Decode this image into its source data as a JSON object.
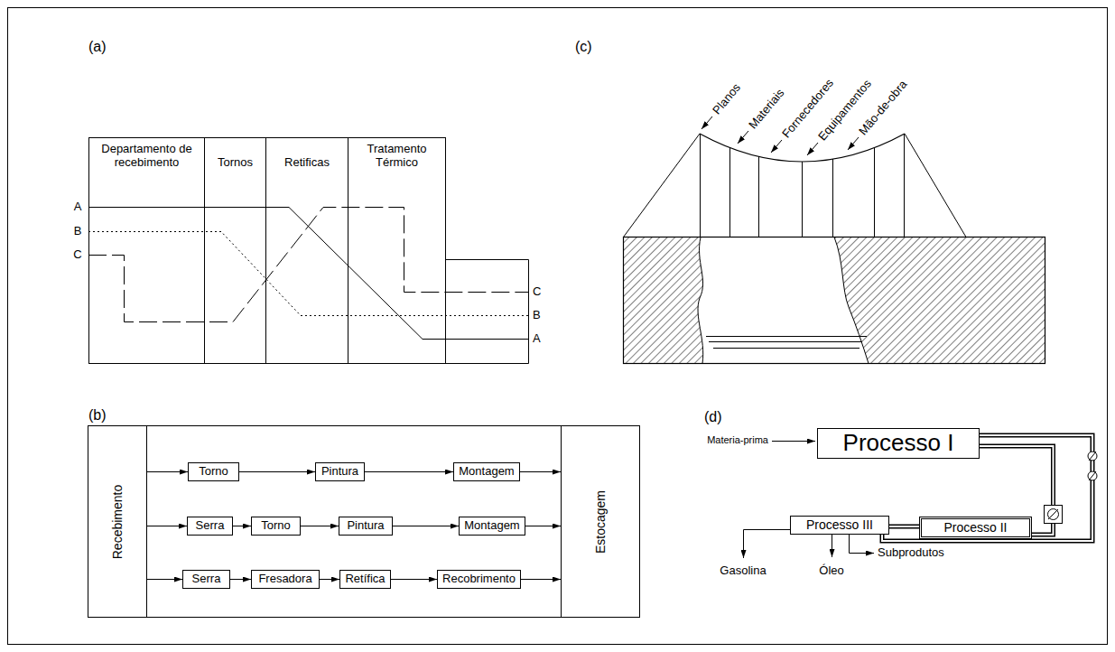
{
  "diagram": {
    "nodes": [
      {
        "text": [
          "Departamento de recebimento"
        ]
      },
      {
        "text": [
          "Tornos"
        ]
      },
      {
        "text": [
          "Retificas"
        ]
      },
      {
        "text": [
          "Tratamento Térmico"
        ]
      },
      {
        "text": [
          "Recebimento"
        ]
      },
      {
        "text": [
          "Torno"
        ]
      },
      {
        "text": [
          "Pintura"
        ]
      },
      {
        "text": [
          "Montagem"
        ]
      },
      {
        "text": [
          "Serra"
        ]
      },
      {
        "text": [
          "Torno"
        ]
      },
      {
        "text": [
          "Pintura"
        ]
      },
      {
        "text": [
          "Montagem"
        ]
      },
      {
        "text": [
          "Serra"
        ]
      },
      {
        "text": [
          "Fresadora"
        ]
      },
      {
        "text": [
          "Retífica"
        ]
      },
      {
        "text": [
          "Recobrimento"
        ]
      },
      {
        "text": [
          "Estocagem"
        ]
      },
      {
        "text": [
          "Processo I"
        ]
      },
      {
        "text": [
          "Processo III"
        ]
      },
      {
        "text": [
          "Processo II"
        ]
      }
    ],
    "edges": [
      {
        "from": 4,
        "to": 5,
        "arrow": "to"
      },
      {
        "from": 5,
        "to": 6,
        "arrow": "to"
      },
      {
        "from": 6,
        "to": 7,
        "arrow": "to"
      },
      {
        "from": 7,
        "to": 16,
        "arrow": "to"
      },
      {
        "from": 4,
        "to": 8,
        "arrow": "to"
      },
      {
        "from": 8,
        "to": 9,
        "arrow": "to"
      },
      {
        "from": 9,
        "to": 10,
        "arrow": "to"
      },
      {
        "from": 10,
        "to": 11,
        "arrow": "to"
      },
      {
        "from": 11,
        "to": 16,
        "arrow": "to"
      },
      {
        "from": 4,
        "to": 12,
        "arrow": "to"
      },
      {
        "from": 12,
        "to": 13,
        "arrow": "to"
      },
      {
        "from": 13,
        "to": 14,
        "arrow": "to"
      },
      {
        "from": 14,
        "to": 15,
        "arrow": "to"
      },
      {
        "from": 15,
        "to": 16,
        "arrow": "to"
      },
      {
        "from": 17,
        "to": 19,
        "arrow": "none"
      },
      {
        "from": 19,
        "to": 18,
        "arrow": "none"
      },
      {
        "from": 17,
        "to": 18,
        "arrow": "none"
      }
    ],
    "labels": [
      "(a)",
      "A",
      "B",
      "C",
      "C",
      "B",
      "A",
      "(b)",
      "(c)",
      "Planos",
      "Materiais",
      "Fornecedores",
      "Equipamentos",
      "Mão-de-obra",
      "(d)",
      "Materia-prima",
      "Gasolina",
      "Óleo",
      "Subprodutos"
    ]
  }
}
